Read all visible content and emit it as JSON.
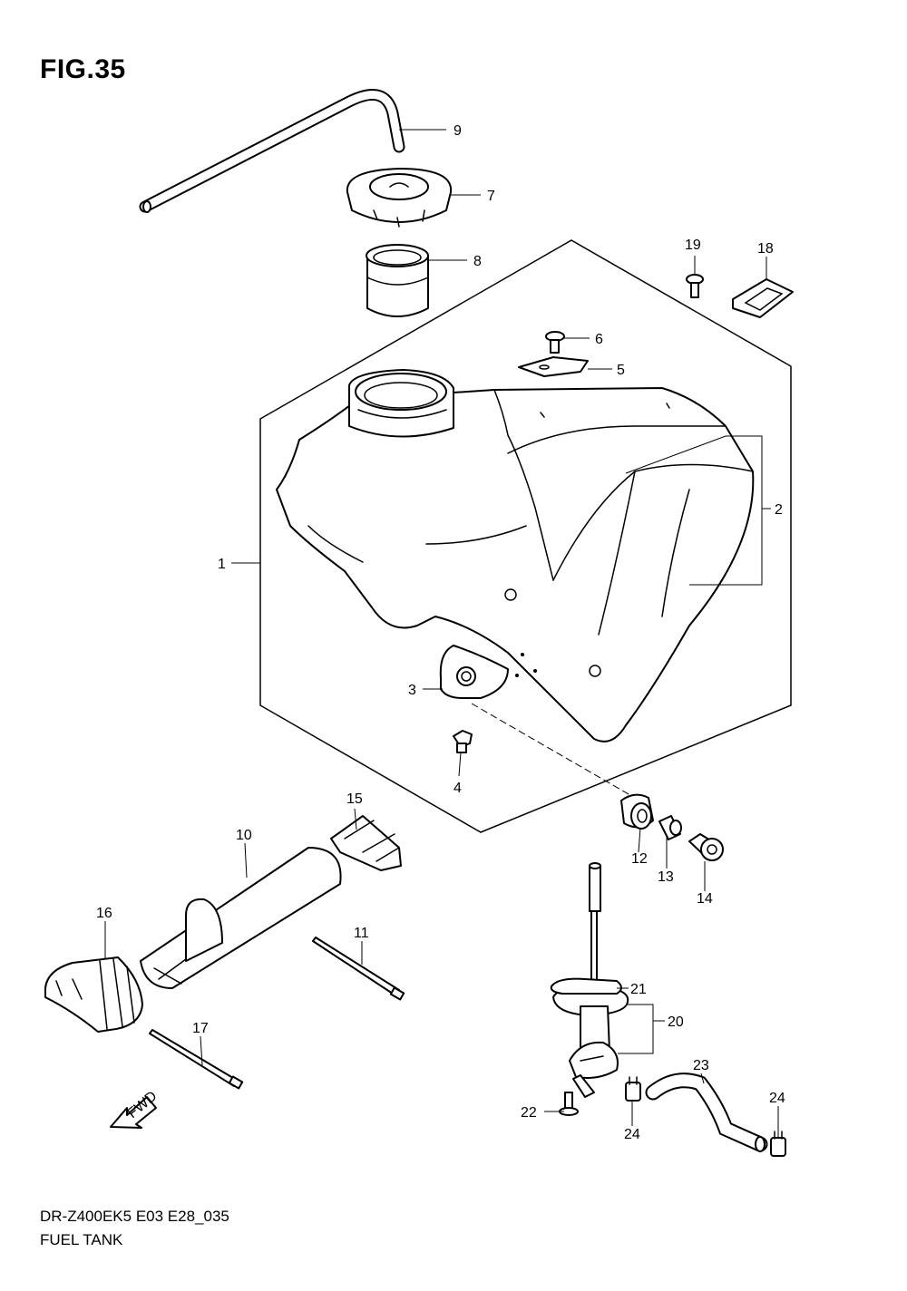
{
  "figure_title": "FIG.35",
  "footer": {
    "model_code": "DR-Z400EK5 E03 E28_035",
    "section_name": "FUEL TANK"
  },
  "fwd_label": "FWD",
  "callouts": [
    "1",
    "2",
    "3",
    "4",
    "5",
    "6",
    "7",
    "8",
    "9",
    "10",
    "11",
    "12",
    "13",
    "14",
    "15",
    "16",
    "17",
    "18",
    "19",
    "20",
    "21",
    "22",
    "23",
    "24",
    "24"
  ]
}
